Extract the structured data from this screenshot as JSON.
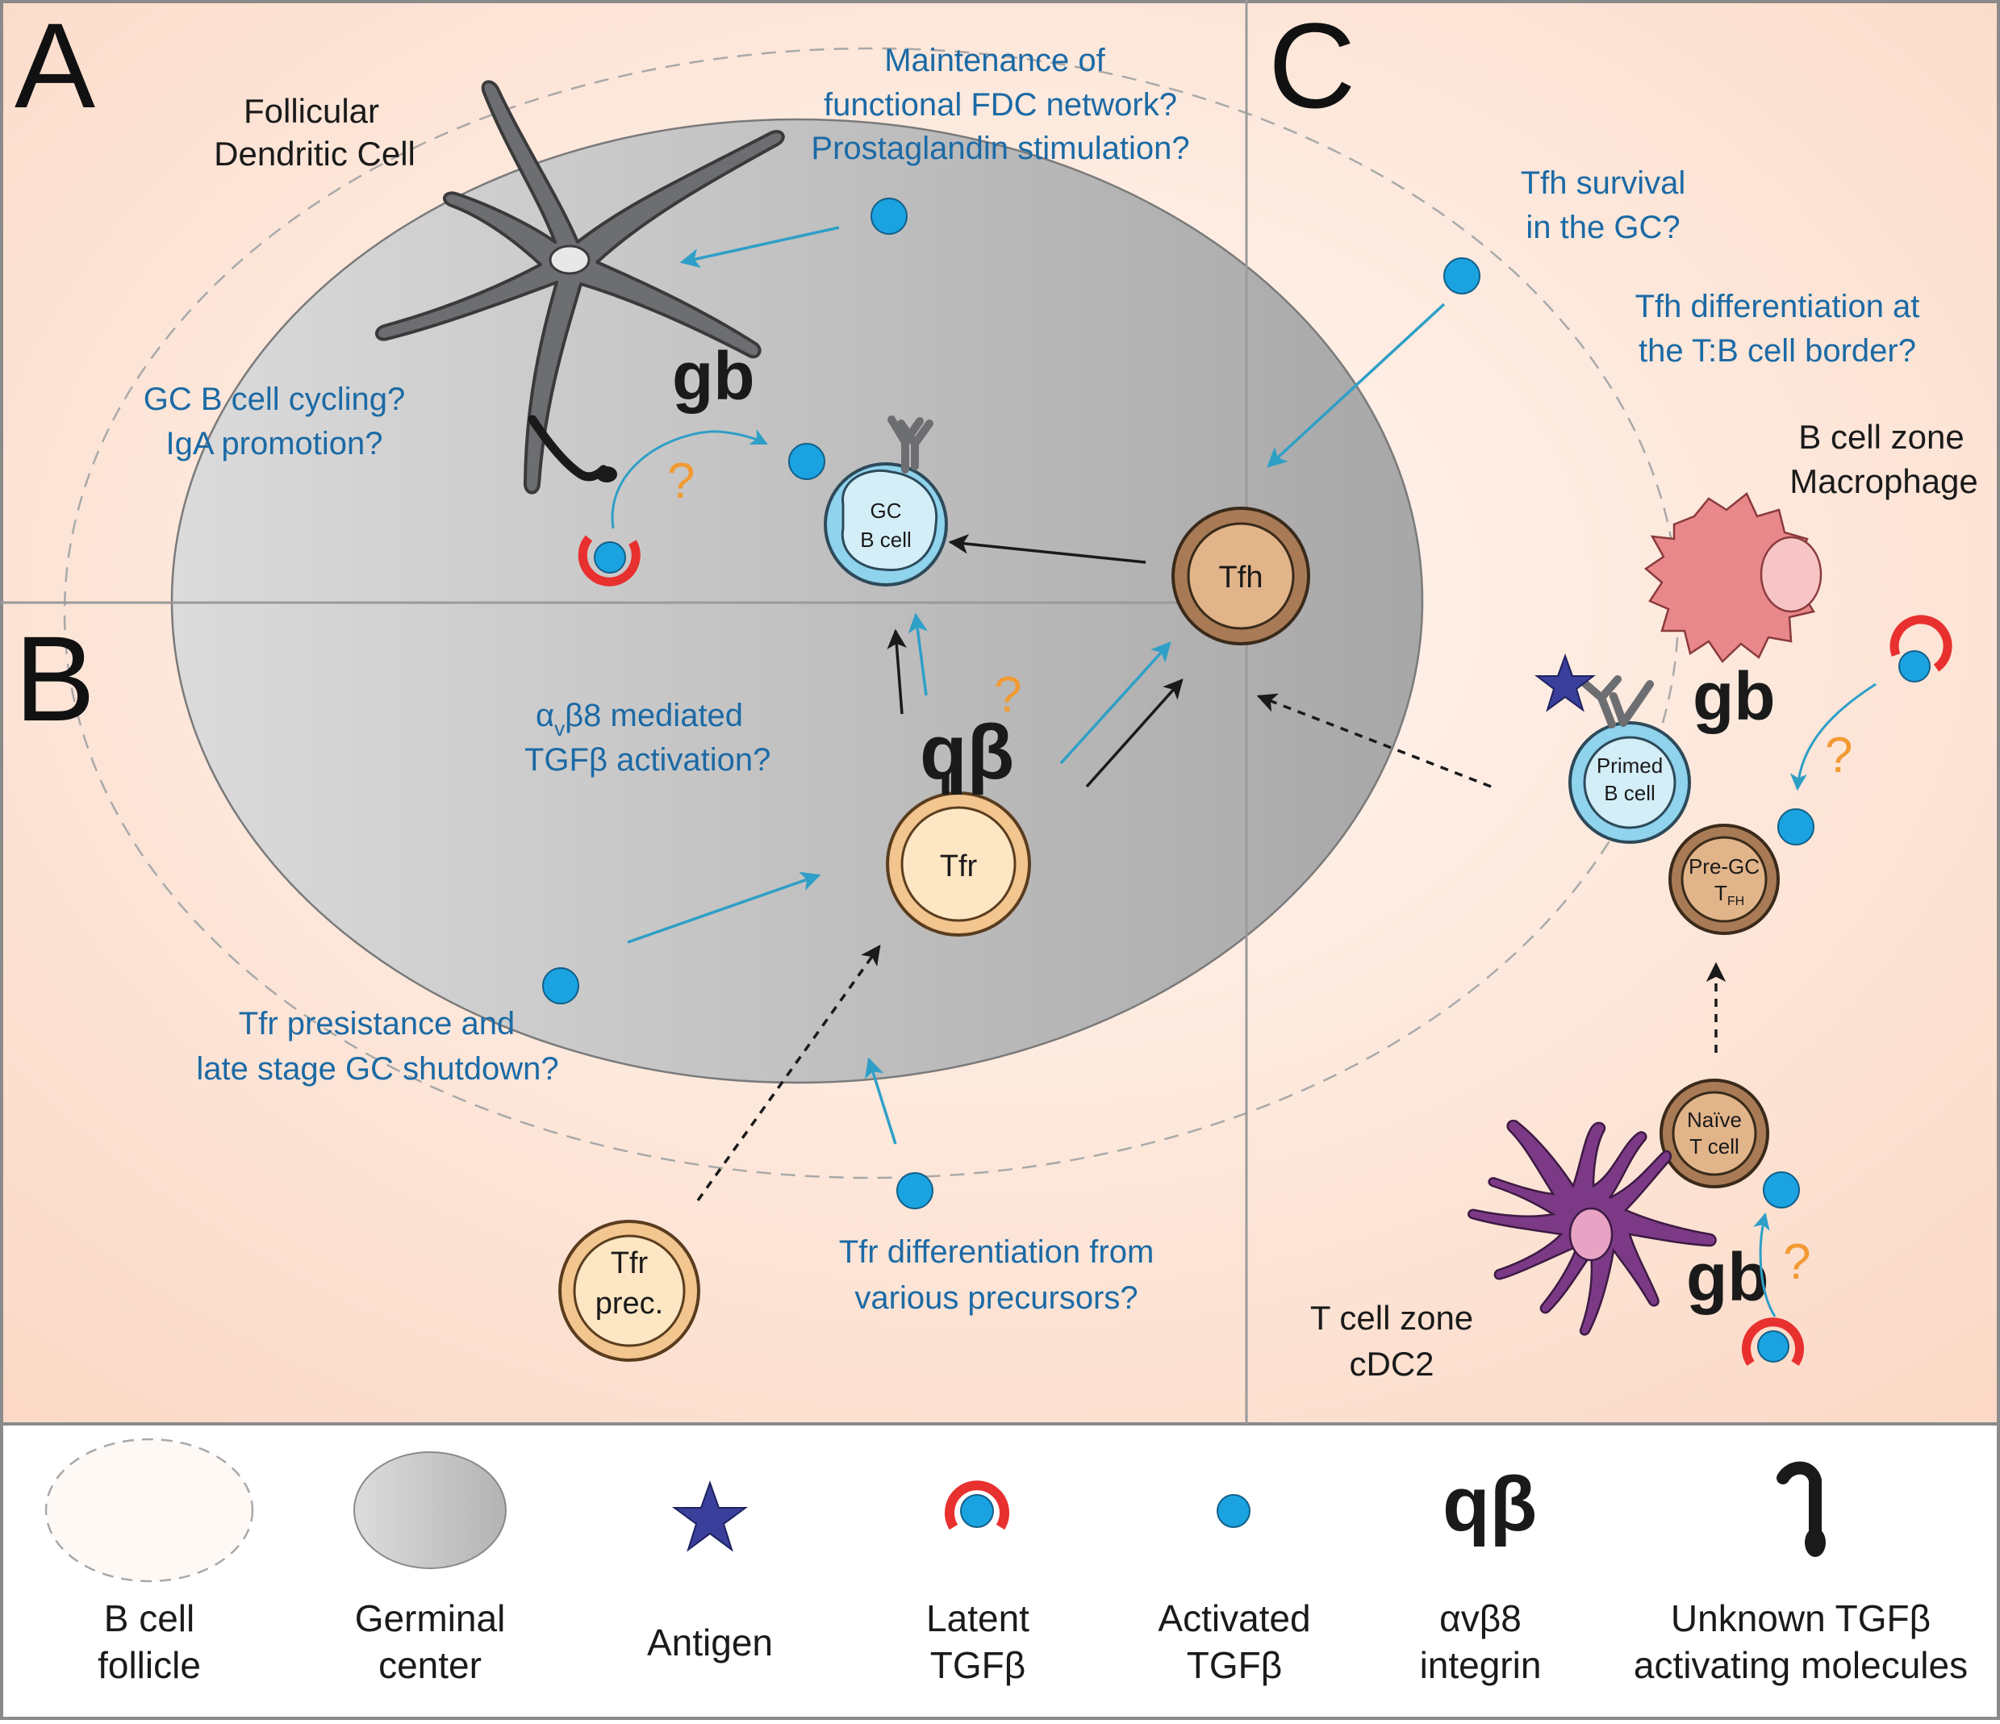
{
  "panels": {
    "a": "A",
    "b": "B",
    "c": "C"
  },
  "panel_a": {
    "fdc_label": [
      "Follicular",
      "Dendritic Cell"
    ],
    "question_fdc": [
      "Maintenance of",
      "functional FDC network?",
      "Prostaglandin stimulation?"
    ],
    "question_gc_b": [
      "GC B cell cycling?",
      "IgA promotion?"
    ],
    "gc_b_cell_label": [
      "GC",
      "B cell"
    ]
  },
  "panel_b": {
    "question_activation_line1_alpha": "α",
    "question_activation_line1_sub": "v",
    "question_activation_line1_rest": "β8 mediated",
    "question_activation_line2": "TGFβ activation?",
    "tfr_label": "Tfr",
    "tfr_prec_label": [
      "Tfr",
      "prec."
    ],
    "question_persistence": [
      "Tfr presistance and",
      "late stage GC shutdown?"
    ],
    "question_differentiation": [
      "Tfr differentiation from",
      "various precursors?"
    ]
  },
  "panel_c": {
    "question_survival": [
      "Tfh survival",
      "in the GC?"
    ],
    "question_border": [
      "Tfh differentiation at",
      "the T:B cell border?"
    ],
    "macrophage_label": [
      "B cell zone",
      "Macrophage"
    ],
    "tfh_label": "Tfh",
    "primed_b_label": [
      "Primed",
      "B cell"
    ],
    "pre_gc_label": "Pre-GC",
    "pre_gc_t": "T",
    "pre_gc_sub": "FH",
    "naive_label": [
      "Naïve",
      "T cell"
    ],
    "cdc2_label": [
      "T cell zone",
      "cDC2"
    ]
  },
  "question_mark": "?",
  "legend": {
    "items": [
      {
        "label": [
          "B cell",
          "follicle"
        ]
      },
      {
        "label": [
          "Germinal",
          "center"
        ]
      },
      {
        "label": [
          "Antigen"
        ]
      },
      {
        "label": [
          "Latent",
          "TGFβ"
        ]
      },
      {
        "label": [
          "Activated",
          "TGFβ"
        ]
      },
      {
        "label": [
          "αvβ8",
          "integrin"
        ]
      },
      {
        "label": [
          "Unknown TGFβ",
          "activating molecules"
        ]
      }
    ]
  },
  "colors": {
    "question_text": "#1b6aa5",
    "question_mark": "#f29a33",
    "activated_tgfb": "#1aa3e0",
    "latent_ring": "#e8302f",
    "blue_arrow": "#2e9fc7",
    "gc_b_cell": "#8fd3ec",
    "tfh": "#a87b56",
    "tfr": "#f3c58f",
    "macrophage": "#e8888a",
    "cdc2": "#7c3a86",
    "fdc": "#6d6e71",
    "antigen": "#3a3f9c"
  }
}
